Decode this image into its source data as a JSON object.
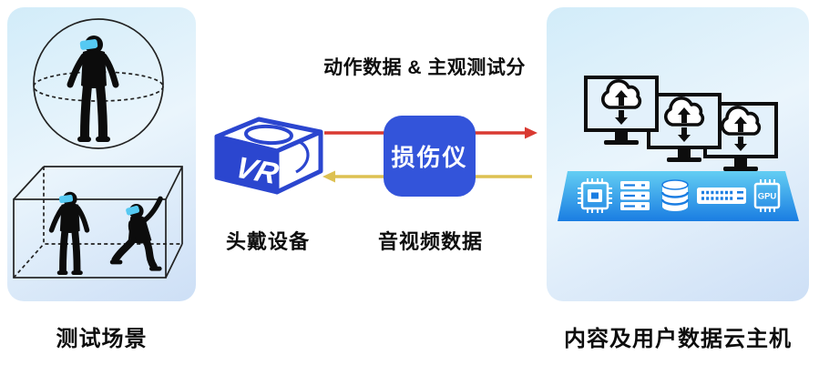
{
  "scene": {
    "left_panel": {
      "caption": "测试场景"
    },
    "middle": {
      "top_label": "动作数据 & 主观测试分",
      "headset_label": "头戴设备",
      "impairment_label": "损伤仪",
      "bottom_label": "音视频数据",
      "vr_logo": "VR"
    },
    "right_panel": {
      "caption": "内容及用户数据云主机",
      "gpu_label": "GPU"
    },
    "colors": {
      "brand_blue": "#3354da",
      "vr_blue": "#2b46cf",
      "arrow_red": "#d93a32",
      "arrow_yellow": "#ddc152",
      "headset_cyan": "#56c9f2",
      "silhouette": "#0c0c0c",
      "platform_top": "#63cef3",
      "platform_bottom": "#1a7de2"
    },
    "icons": {
      "left": [
        "vr-user-in-sphere-icon",
        "vr-users-in-room-icon"
      ],
      "middle": [
        "vr-headset-icon",
        "arrow-right-icon",
        "arrow-left-icon"
      ],
      "right": [
        "cloud-download-monitor-icon",
        "cpu-chip-icon",
        "server-rack-icon",
        "database-icon",
        "switch-panel-icon",
        "gpu-chip-icon"
      ]
    }
  }
}
